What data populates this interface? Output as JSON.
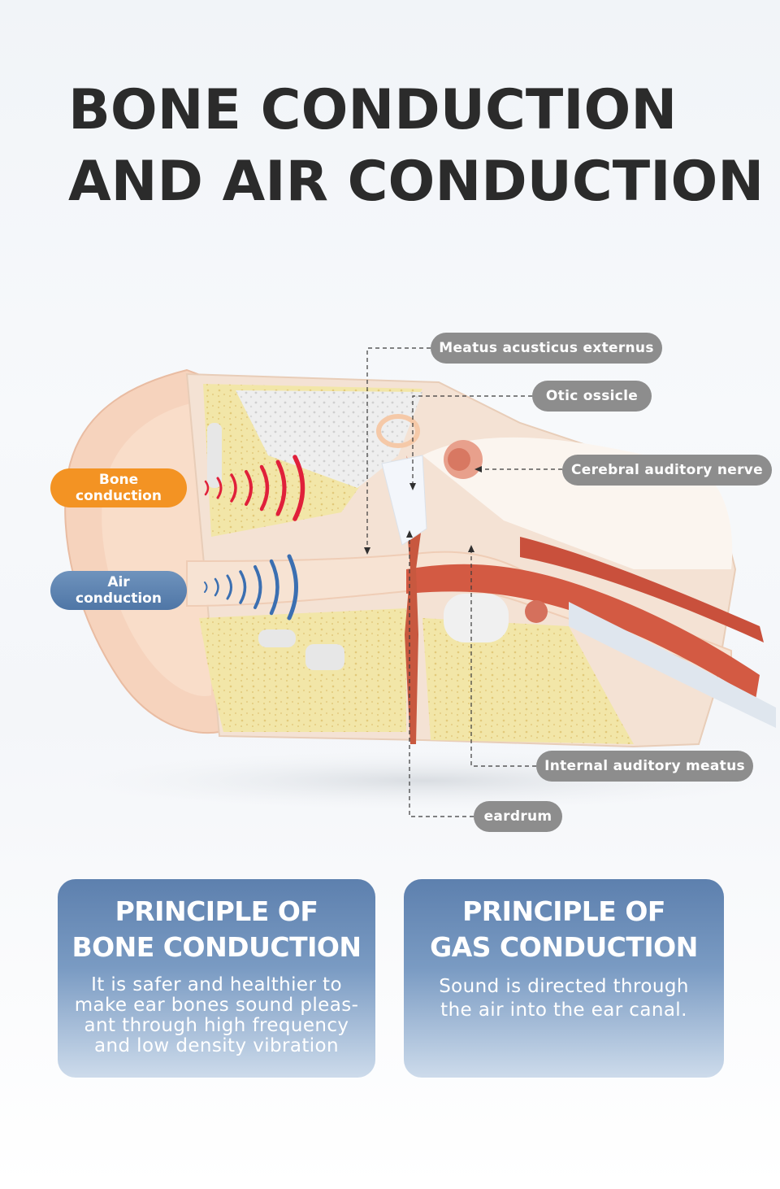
{
  "title": {
    "line1": "BONE CONDUCTION",
    "line2": "AND AIR CONDUCTION"
  },
  "labels": {
    "bone_conduction": [
      "Bone",
      "conduction"
    ],
    "air_conduction": [
      "Air",
      "conduction"
    ]
  },
  "callouts": {
    "meatus": "Meatus acusticus externus",
    "ossicle": "Otic ossicle",
    "nerve": "Cerebral auditory nerve",
    "internal": "Internal auditory meatus",
    "eardrum": "eardrum"
  },
  "colors": {
    "bone_accent": "#f39323",
    "air_accent": "#5479a8",
    "callout_bg": "#8d8d8d",
    "title": "#2b2b2b"
  },
  "cards": {
    "bone": {
      "title_1": "PRINCIPLE OF",
      "title_2": "BONE CONDUCTION",
      "lines": [
        "It is safer and healthier to",
        "make ear bones sound pleas-",
        "ant through high frequency",
        "and low density vibration"
      ]
    },
    "gas": {
      "title_1": "PRINCIPLE OF",
      "title_2": "GAS CONDUCTION",
      "lines": [
        "Sound is directed through",
        "the air into the ear canal."
      ]
    }
  }
}
